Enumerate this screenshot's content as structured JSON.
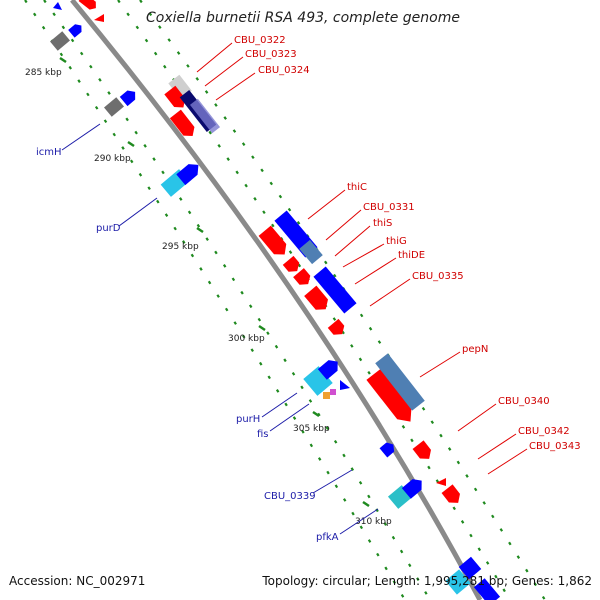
{
  "title": "Coxiella burnetii RSA 493, complete genome",
  "footer": {
    "accession": "Accession: NC_002971",
    "summary": "Topology: circular; Length: 1,995,281 bp; Genes: 1,862"
  },
  "colors": {
    "forward": "#ff0000",
    "reverse": "#0000ff",
    "reverse_label": "#1c1ca8",
    "backbone": "#8a8a8a",
    "tick": "#1f8a1f",
    "steel": "#4f7fb3",
    "cyan": "#29c4e8",
    "teal": "#2bbfc8",
    "gray": "#6e6e6e"
  },
  "kbp_labels": [
    "285 kbp",
    "290 kbp",
    "295 kbp",
    "300 kbp",
    "305 kbp",
    "310 kbp"
  ],
  "forward_genes": [
    "CBU_0322",
    "CBU_0323",
    "CBU_0324",
    "thiC",
    "CBU_0331",
    "thiS",
    "thiG",
    "thiDE",
    "CBU_0335",
    "pepN",
    "CBU_0340",
    "CBU_0342",
    "CBU_0343"
  ],
  "reverse_genes": [
    "icmH",
    "purD",
    "purH",
    "fis",
    "CBU_0339",
    "pfkA"
  ]
}
